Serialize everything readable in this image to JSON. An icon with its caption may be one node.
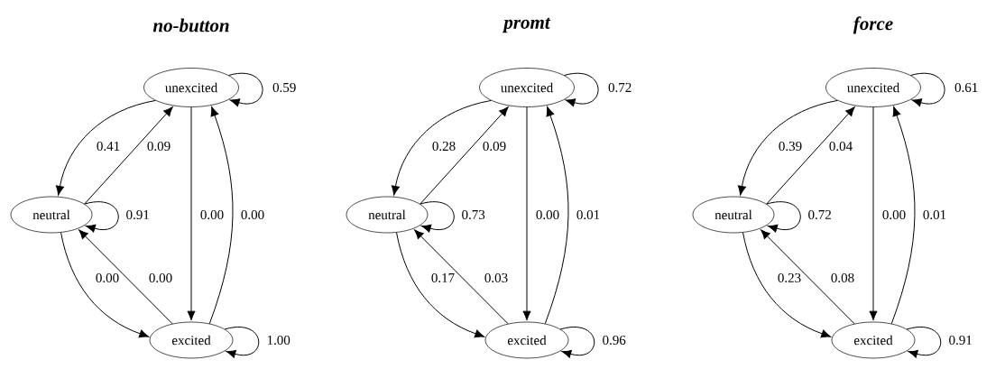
{
  "diagram": {
    "nodes": [
      {
        "text": [
          "unexcited"
        ]
      },
      {
        "text": [
          "neutral"
        ]
      },
      {
        "text": [
          "excited"
        ]
      },
      {
        "text": [
          "unexcited"
        ]
      },
      {
        "text": [
          "neutral"
        ]
      },
      {
        "text": [
          "excited"
        ]
      },
      {
        "text": [
          "unexcited"
        ]
      },
      {
        "text": [
          "neutral"
        ]
      },
      {
        "text": [
          "excited"
        ]
      }
    ],
    "edges": [
      {
        "from": 0,
        "to": 0,
        "arrow": "to",
        "label": "0.59"
      },
      {
        "from": 0,
        "to": 1,
        "arrow": "to",
        "label": "0.41"
      },
      {
        "from": 1,
        "to": 0,
        "arrow": "to",
        "label": "0.09"
      },
      {
        "from": 1,
        "to": 1,
        "arrow": "to",
        "label": "0.91"
      },
      {
        "from": 0,
        "to": 2,
        "arrow": "to",
        "label": "0.00"
      },
      {
        "from": 2,
        "to": 0,
        "arrow": "to",
        "label": "0.00"
      },
      {
        "from": 1,
        "to": 2,
        "arrow": "to",
        "label": "0.00"
      },
      {
        "from": 2,
        "to": 1,
        "arrow": "to",
        "label": "0.00"
      },
      {
        "from": 2,
        "to": 2,
        "arrow": "to",
        "label": "1.00"
      },
      {
        "from": 3,
        "to": 3,
        "arrow": "to",
        "label": "0.72"
      },
      {
        "from": 3,
        "to": 4,
        "arrow": "to",
        "label": "0.28"
      },
      {
        "from": 4,
        "to": 3,
        "arrow": "to",
        "label": "0.09"
      },
      {
        "from": 4,
        "to": 4,
        "arrow": "to",
        "label": "0.73"
      },
      {
        "from": 3,
        "to": 5,
        "arrow": "to",
        "label": "0.00"
      },
      {
        "from": 5,
        "to": 3,
        "arrow": "to",
        "label": "0.01"
      },
      {
        "from": 4,
        "to": 5,
        "arrow": "to",
        "label": "0.17"
      },
      {
        "from": 5,
        "to": 4,
        "arrow": "to",
        "label": "0.03"
      },
      {
        "from": 5,
        "to": 5,
        "arrow": "to",
        "label": "0.96"
      },
      {
        "from": 6,
        "to": 6,
        "arrow": "to",
        "label": "0.61"
      },
      {
        "from": 6,
        "to": 7,
        "arrow": "to",
        "label": "0.39"
      },
      {
        "from": 7,
        "to": 6,
        "arrow": "to",
        "label": "0.04"
      },
      {
        "from": 7,
        "to": 7,
        "arrow": "to",
        "label": "0.72"
      },
      {
        "from": 6,
        "to": 8,
        "arrow": "to",
        "label": "0.00"
      },
      {
        "from": 8,
        "to": 6,
        "arrow": "to",
        "label": "0.01"
      },
      {
        "from": 7,
        "to": 8,
        "arrow": "to",
        "label": "0.23"
      },
      {
        "from": 8,
        "to": 7,
        "arrow": "to",
        "label": "0.08"
      },
      {
        "from": 8,
        "to": 8,
        "arrow": "to",
        "label": "0.91"
      }
    ],
    "labels": [
      "no-button",
      "promt",
      "force"
    ]
  }
}
